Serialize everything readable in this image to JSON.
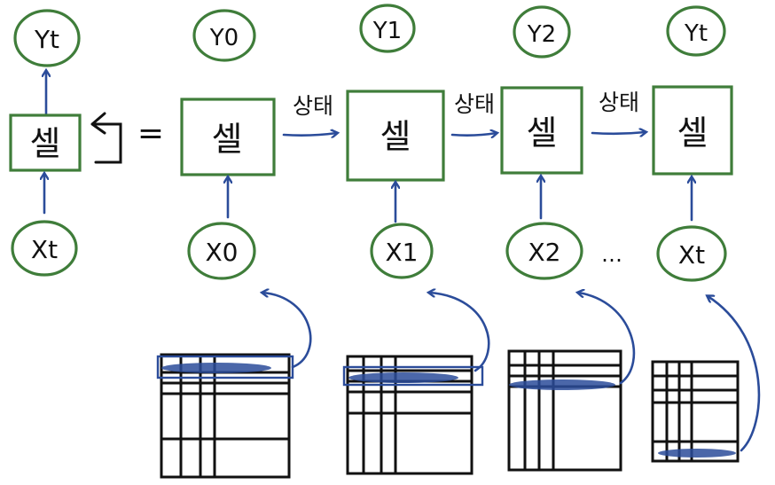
{
  "diagram": {
    "cell_label": "셀",
    "state_label": "상태",
    "equals": "=",
    "ellipsis": "…",
    "loop": {
      "input": "Xt",
      "output": "Yt"
    },
    "unrolled": [
      {
        "input": "X0",
        "output": "Y0"
      },
      {
        "input": "X1",
        "output": "Y1"
      },
      {
        "input": "X2",
        "output": "Y2"
      },
      {
        "input": "Xt",
        "output": "Yt"
      }
    ]
  },
  "colors": {
    "cell_border": "#3f7d3a",
    "arrow": "#2b4c9a",
    "ink": "#111111"
  }
}
